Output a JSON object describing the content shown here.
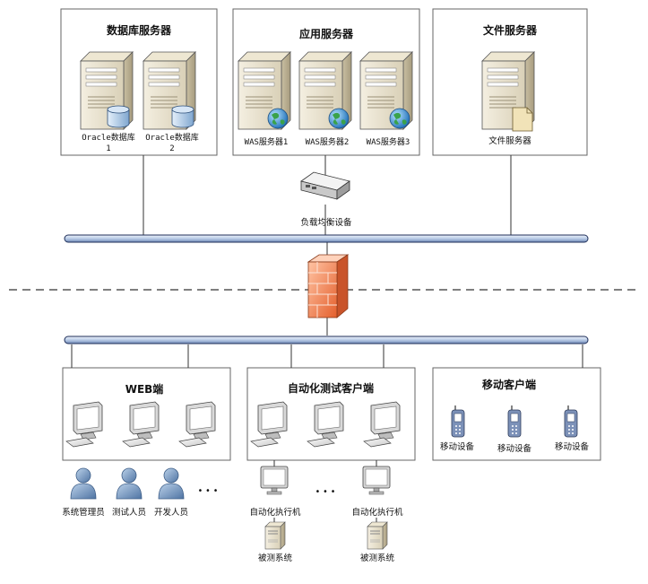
{
  "zones": {
    "db": {
      "title": "数据库服务器",
      "servers": [
        {
          "line1": "Oracle数据库",
          "line2": "1"
        },
        {
          "line1": "Oracle数据库",
          "line2": "2"
        }
      ]
    },
    "app": {
      "title": "应用服务器",
      "servers": [
        "WAS服务器1",
        "WAS服务器2",
        "WAS服务器3"
      ]
    },
    "file": {
      "title": "文件服务器",
      "server": "文件服务器"
    },
    "web": {
      "title": "WEB端"
    },
    "auto": {
      "title": "自动化测试客户端"
    },
    "mobile": {
      "title": "移动客户端",
      "devices": [
        "移动设备",
        "移动设备",
        "移动设备"
      ]
    }
  },
  "load_balancer": "负载均衡设备",
  "users": [
    "系统管理员",
    "测试人员",
    "开发人员"
  ],
  "ellipsis": "• • •",
  "executors": [
    "自动化执行机",
    "自动化执行机"
  ],
  "tested_systems": [
    "被测系统",
    "被测系统"
  ],
  "colors": {
    "bus": "#c7d8ee",
    "bus_outline": "#1f2f5a",
    "globe": "#3aa24a",
    "firewall": "#f07a45",
    "user": "#6f8fb5"
  }
}
